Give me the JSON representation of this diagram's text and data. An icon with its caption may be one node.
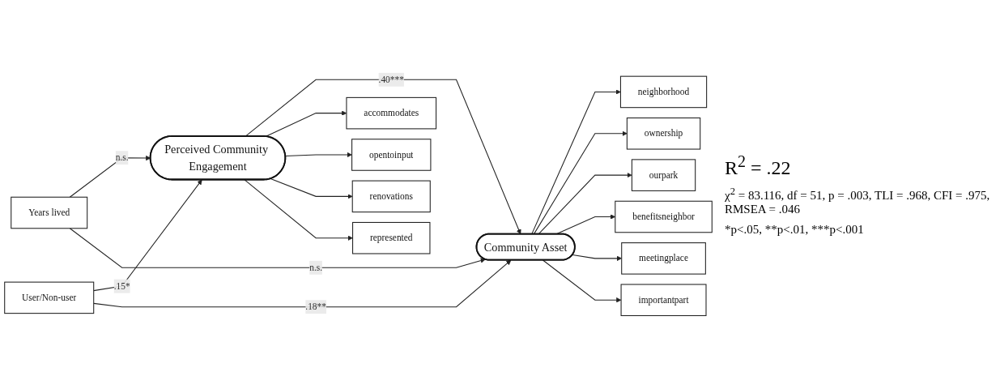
{
  "diagram": {
    "nodes": [
      {
        "text": [
          "Years lived"
        ]
      },
      {
        "text": [
          "accommodates"
        ]
      },
      {
        "text": [
          "opentoinput"
        ]
      },
      {
        "text": [
          "renovations"
        ]
      },
      {
        "text": [
          "represented"
        ]
      },
      {
        "text": [
          "Perceived Community Engagement"
        ]
      },
      {
        "text": [
          "Community Asset"
        ]
      },
      {
        "text": [
          "neighborhood"
        ]
      },
      {
        "text": [
          "ownership"
        ]
      },
      {
        "text": [
          "ourpark"
        ]
      },
      {
        "text": [
          "benefitsneighbor"
        ]
      },
      {
        "text": [
          "meetingplace"
        ]
      },
      {
        "text": [
          "importantpart"
        ]
      },
      {
        "text": [
          "User/Non-user"
        ]
      }
    ],
    "edges": [
      {
        "from": 0,
        "to": 5,
        "arrow": "to",
        "label": "n.s."
      },
      {
        "from": 0,
        "to": 6,
        "arrow": "to",
        "label": "n.s."
      },
      {
        "from": 5,
        "to": 6,
        "arrow": "to",
        "label": ".40***"
      },
      {
        "from": 13,
        "to": 5,
        "arrow": "to",
        "label": ".15*"
      },
      {
        "from": 13,
        "to": 6,
        "arrow": "to",
        "label": ".18**"
      },
      {
        "from": 5,
        "to": 1,
        "arrow": "to"
      },
      {
        "from": 5,
        "to": 2,
        "arrow": "to"
      },
      {
        "from": 5,
        "to": 3,
        "arrow": "to"
      },
      {
        "from": 5,
        "to": 4,
        "arrow": "to"
      },
      {
        "from": 6,
        "to": 7,
        "arrow": "to"
      },
      {
        "from": 6,
        "to": 8,
        "arrow": "to"
      },
      {
        "from": 6,
        "to": 9,
        "arrow": "to"
      },
      {
        "from": 6,
        "to": 10,
        "arrow": "to"
      },
      {
        "from": 6,
        "to": 11,
        "arrow": "to"
      },
      {
        "from": 6,
        "to": 12,
        "arrow": "to"
      }
    ],
    "labels": [
      "R$^{2}$ = .22",
      "χ$^{2}$ = 83.116, df = 51, p = .003, TLI = .968, CFI = .975, RMSEA = .046",
      "*p<.05, **p<.01, ***p<.001"
    ]
  }
}
